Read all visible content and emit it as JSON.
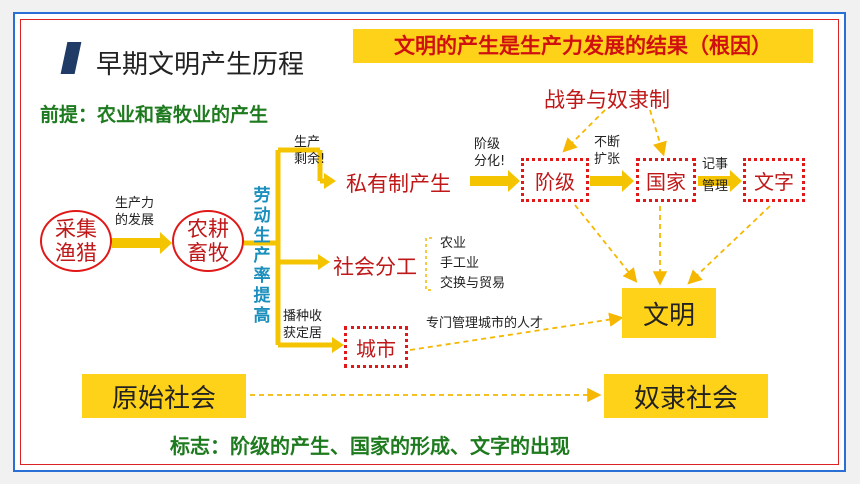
{
  "title": "早期文明产生历程",
  "banner": "文明的产生是生产力发展的结果（根因）",
  "premise": {
    "label": "前提：",
    "text": "农业和畜牧业的产生"
  },
  "nodes": {
    "caiji": "采集\n渔猎",
    "nonggeng": "农耕\n畜牧",
    "siyouzhi": "私有制产生",
    "shehui_fengong": "社会分工",
    "chengshi": "城市",
    "jieji": "阶级",
    "guojia": "国家",
    "wenzi": "文字",
    "wenming": "文明",
    "zhanzheng": "战争与奴隶制",
    "yuanshi": "原始社会",
    "nuli": "奴隶社会"
  },
  "labels": {
    "shengchanli": "生产力\n的发展",
    "laodong": "劳动生产率提高",
    "shengchan_shengyu": "生产\n剩余!",
    "jieji_fenhua": "阶级\n分化!",
    "buduan_kuozhang": "不断\n扩张",
    "jishi_guanli": "记事\n管理",
    "bozhong": "播种收\n获定居",
    "fengong_items": [
      "农业",
      "手工业",
      "交换与贸易"
    ],
    "rencai": "专门管理城市的人才"
  },
  "footer": "标志：阶级的产生、国家的形成、文字的出现",
  "colors": {
    "accent_red": "#e01818",
    "yellow": "#ffd21a",
    "green": "#1e7a1e",
    "blue_border": "#2a6fd6"
  }
}
